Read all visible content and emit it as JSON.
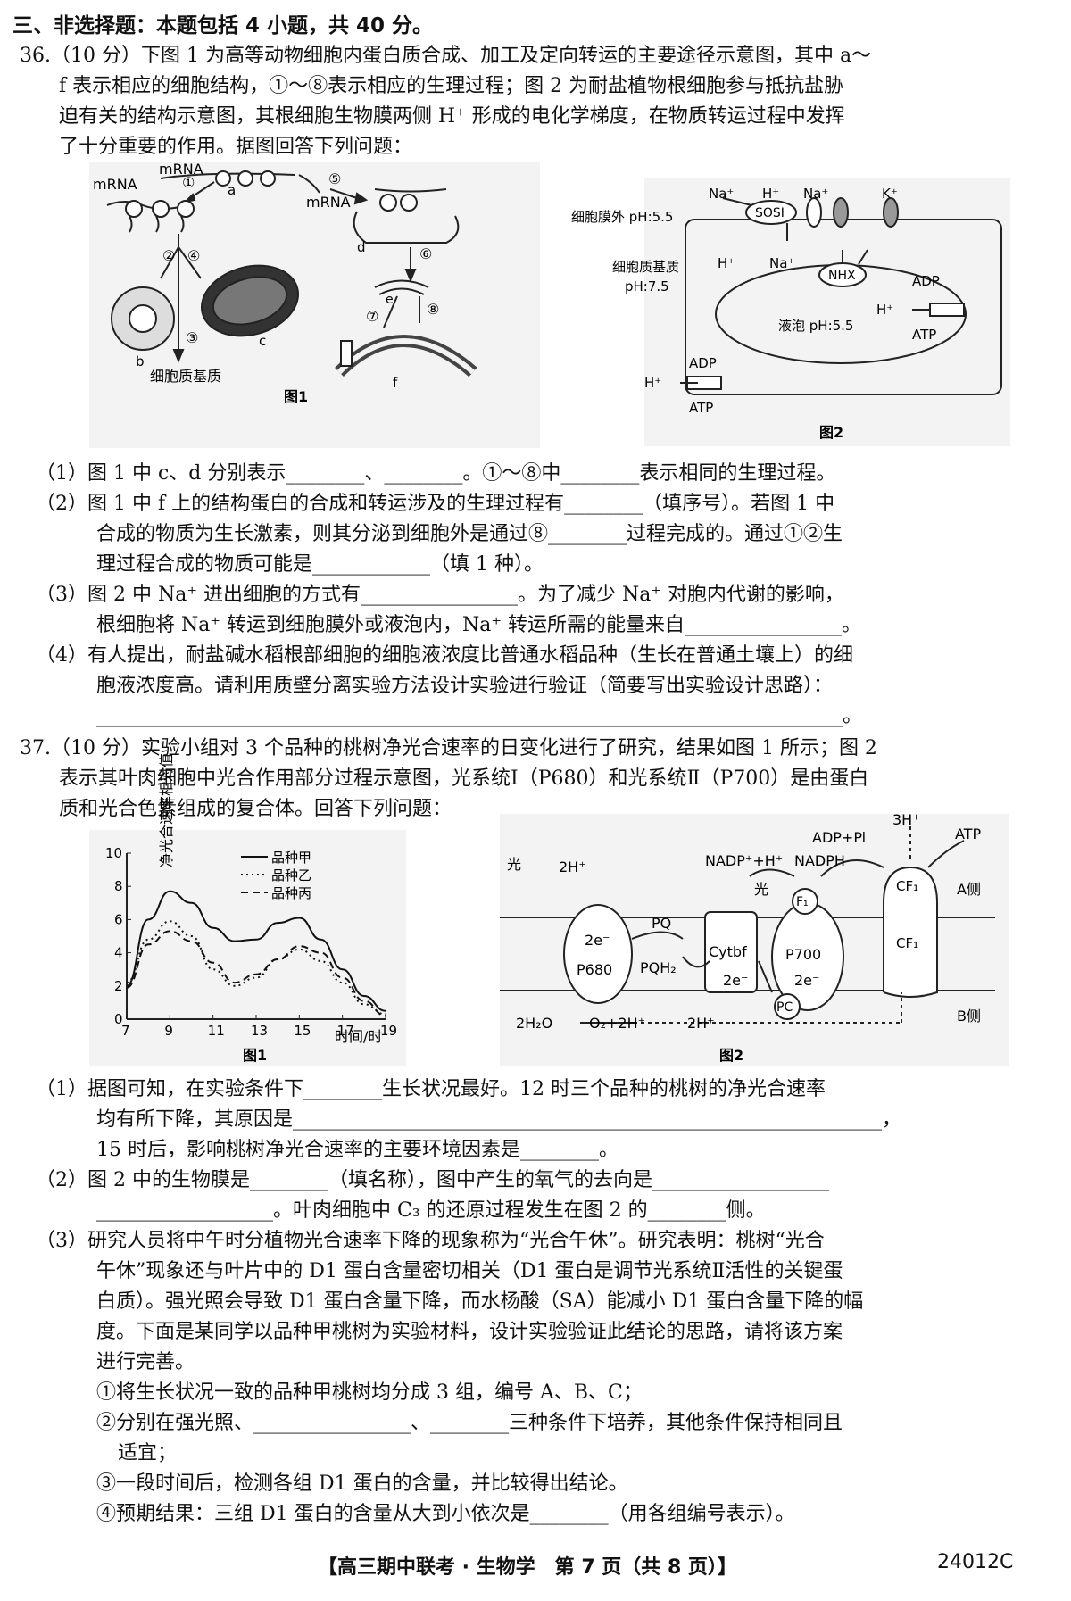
{
  "section_heading": "三、非选择题：本题包括 4 小题，共 40 分。",
  "q36": {
    "intro": [
      "36.（10 分）下图 1 为高等动物细胞内蛋白质合成、加工及定向转运的主要途径示意图，其中 a～",
      "f 表示相应的细胞结构，①～⑧表示相应的生理过程；图 2 为耐盐植物根细胞参与抵抗盐胁",
      "迫有关的结构示意图，其根细胞生物膜两侧 H⁺ 形成的电化学梯度，在物质转运过程中发挥",
      "了十分重要的作用。据图回答下列问题："
    ],
    "fig1": {
      "caption": "图1",
      "labels": {
        "mrna_top": "mRNA",
        "mrna_left": "mRNA",
        "mrna_right": "mRNA",
        "a": "a",
        "b": "b",
        "c": "c",
        "d": "d",
        "e": "e",
        "f": "f",
        "p1": "①",
        "p2": "②",
        "p3": "③",
        "p4": "④",
        "p5": "⑤",
        "p6": "⑥",
        "p7": "⑦",
        "p8": "⑧",
        "matrix": "细胞质基质"
      }
    },
    "fig2": {
      "caption": "图2",
      "labels": {
        "outside": "细胞膜外 pH:5.5",
        "matrix": "细胞质基质",
        "matrix_ph": "pH:7.5",
        "vacuole": "液泡 pH:5.5",
        "sosi": "SOSI",
        "nhx": "NHX",
        "na1": "Na⁺",
        "h1": "H⁺",
        "na2": "Na⁺",
        "k1": "K⁺",
        "h2": "H⁺",
        "na3": "Na⁺",
        "adp1": "ADP",
        "h3": "H⁺",
        "atp1": "ATP",
        "adp2": "ADP",
        "h4": "H⁺",
        "atp2": "ATP"
      }
    },
    "questions": [
      "（1）图 1 中 c、d 分别表示________、________。①～⑧中________表示相同的生理过程。",
      "（2）图 1 中 f 上的结构蛋白的合成和转运涉及的生理过程有________（填序号）。若图 1 中",
      "合成的物质为生长激素，则其分泌到细胞外是通过⑧________过程完成的。通过①②生",
      "理过程合成的物质可能是____________（填 1 种）。",
      "（3）图 2 中 Na⁺ 进出细胞的方式有________________。为了减少 Na⁺ 对胞内代谢的影响，",
      "根细胞将 Na⁺ 转运到细胞膜外或液泡内，Na⁺ 转运所需的能量来自________________。",
      "（4）有人提出，耐盐碱水稻根部细胞的细胞液浓度比普通水稻品种（生长在普通土壤上）的细",
      "胞液浓度高。请利用质壁分离实验方法设计实验进行验证（简要写出实验设计思路）：",
      "____________________________________________________________________________。"
    ]
  },
  "q37": {
    "intro": [
      "37.（10 分）实验小组对 3 个品种的桃树净光合速率的日变化进行了研究，结果如图 1 所示；图 2",
      "表示其叶肉细胞中光合作用部分过程示意图，光系统Ⅰ（P680）和光系统Ⅱ（P700）是由蛋白",
      "质和光合色素组成的复合体。回答下列问题："
    ],
    "chart_data": {
      "type": "line",
      "title": "",
      "xlabel": "时间/时",
      "ylabel": "净光合速率相对值",
      "xlim": [
        7,
        19
      ],
      "ylim": [
        0,
        10
      ],
      "xticks": [
        7,
        9,
        11,
        13,
        15,
        17,
        19
      ],
      "yticks": [
        0,
        2,
        4,
        6,
        8,
        10
      ],
      "legend_position": "top-right",
      "x": [
        7,
        8,
        9,
        10,
        11,
        12,
        13,
        14,
        15,
        16,
        17,
        18,
        19
      ],
      "series": [
        {
          "name": "品种甲",
          "style": "solid",
          "values": [
            2.0,
            6.0,
            7.7,
            7.0,
            5.5,
            4.7,
            4.8,
            5.8,
            6.1,
            4.8,
            3.0,
            1.4,
            0.5
          ]
        },
        {
          "name": "品种乙",
          "style": "dotted",
          "values": [
            2.2,
            4.8,
            5.9,
            5.0,
            3.0,
            2.0,
            2.5,
            3.6,
            4.2,
            3.5,
            2.2,
            0.9,
            0.3
          ]
        },
        {
          "name": "品种丙",
          "style": "dashed",
          "values": [
            1.9,
            4.5,
            5.3,
            4.7,
            3.4,
            2.2,
            2.7,
            3.6,
            4.4,
            4.0,
            2.5,
            1.1,
            0.2
          ]
        }
      ],
      "caption": "图1"
    },
    "fig2": {
      "caption": "图2",
      "labels": {
        "light1": "光",
        "h2": "2H⁺",
        "e1": "2e⁻",
        "p680": "P680",
        "pq": "PQ",
        "pqh2": "PQH₂",
        "cytbf": "Cytbf",
        "e2": "2e⁻",
        "light2": "光",
        "f1": "F₁",
        "p700": "P700",
        "e3": "2e⁻",
        "pc": "PC",
        "cf1a": "CF₁",
        "cf1b": "CF₁",
        "water": "2H₂O",
        "o2": "O₂+2H⁺",
        "h2b": "2H⁺",
        "nadp": "NADP⁺+H⁺",
        "nadph": "NADPH",
        "adppi": "ADP+Pi",
        "h3": "3H⁺",
        "atp": "ATP",
        "aside": "A侧",
        "bside": "B侧"
      }
    },
    "questions": [
      "（1）据图可知，在实验条件下________生长状况最好。12 时三个品种的桃树的净光合速率",
      "均有所下降，其原因是____________________________________________________________，",
      "15 时后，影响桃树净光合速率的主要环境因素是________。",
      "（2）图 2 中的生物膜是________（填名称），图中产生的氧气的去向是__________________",
      "__________________。叶肉细胞中 C₃ 的还原过程发生在图 2 的________侧。",
      "（3）研究人员将中午时分植物光合速率下降的现象称为“光合午休”。研究表明：桃树“光合",
      "午休”现象还与叶片中的 D1 蛋白含量密切相关（D1 蛋白是调节光系统Ⅱ活性的关键蛋",
      "白质）。强光照会导致 D1 蛋白含量下降，而水杨酸（SA）能减小 D1 蛋白含量下降的幅",
      "度。下面是某同学以品种甲桃树为实验材料，设计实验验证此结论的思路，请将该方案",
      "进行完善。",
      "①将生长状况一致的品种甲桃树均分成 3 组，编号 A、B、C；",
      "②分别在强光照、________________、________三种条件下培养，其他条件保持相同且",
      "适宜；",
      "③一段时间后，检测各组 D1 蛋白的含量，并比较得出结论。",
      "④预期结果：三组 D1 蛋白的含量从大到小依次是________（用各组编号表示）。"
    ]
  },
  "footer": {
    "center": "【高三期中联考 · 生物学　第 7 页（共 8 页）】",
    "code": "24012C"
  }
}
